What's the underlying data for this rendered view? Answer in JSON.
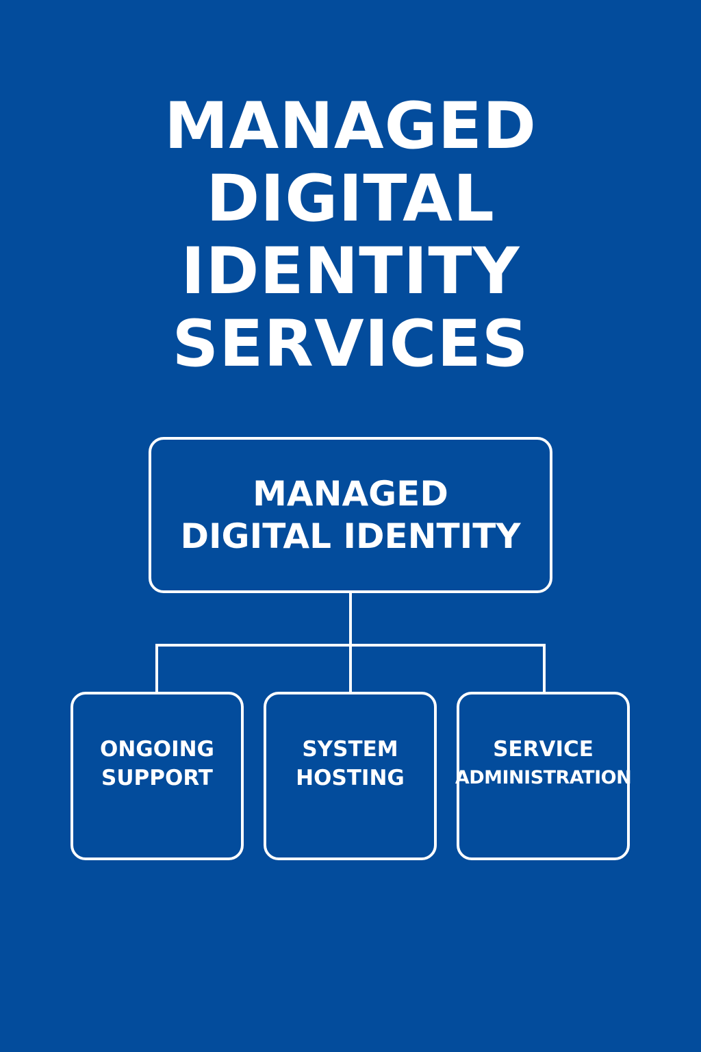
{
  "title": {
    "line1": "MANAGED",
    "line2": "DIGITAL",
    "line3": "IDENTITY",
    "line4": "SERVICES"
  },
  "diagram": {
    "root": {
      "line1": "MANAGED",
      "line2": "DIGITAL IDENTITY"
    },
    "children": [
      {
        "line1": "ONGOING",
        "line2": "SUPPORT"
      },
      {
        "line1": "SYSTEM",
        "line2": "HOSTING"
      },
      {
        "line1": "SERVICE",
        "line2": "ADMINISTRATION"
      }
    ]
  },
  "colors": {
    "background": "#034c9c",
    "foreground": "#ffffff"
  }
}
